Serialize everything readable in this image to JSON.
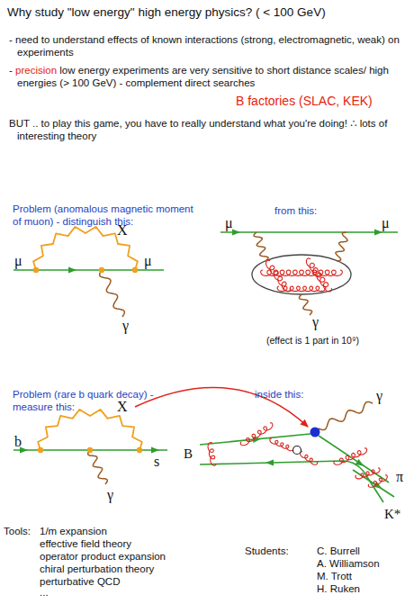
{
  "diagram": {
    "title": "Why study \"low energy\" high energy physics? ( < 100 GeV)",
    "labels": [
      "- need to understand effects of known interactions (strong, electromagnetic, weak) on experiments",
      "-",
      "precision",
      "low energy experiments are very sensitive to short distance scales/ high energies (> 100 GeV) - complement direct searches",
      "B factories (SLAC, KEK)",
      "BUT .. to play this game, you have to really understand what you're doing! ∴ lots of interesting theory",
      "Problem (anomalous magnetic moment of muon) - distinguish this:",
      "X",
      "μ",
      "μ",
      "γ",
      "from this:",
      "μ",
      "μ",
      "γ",
      "(effect is 1 part in 10⁹)",
      "Problem (rare b quark decay) - measure this:",
      "inside this:",
      "X",
      "b",
      "s",
      "γ",
      "γ",
      "B",
      "π",
      "K*",
      "Tools:",
      "1/m expansion",
      "effective field theory",
      "operator product expansion",
      "chiral perturbation theory",
      "perturbative QCD",
      "...",
      "Students:",
      "C. Burrell",
      "A. Williamson",
      "M. Trott",
      "H. Ruken"
    ]
  }
}
